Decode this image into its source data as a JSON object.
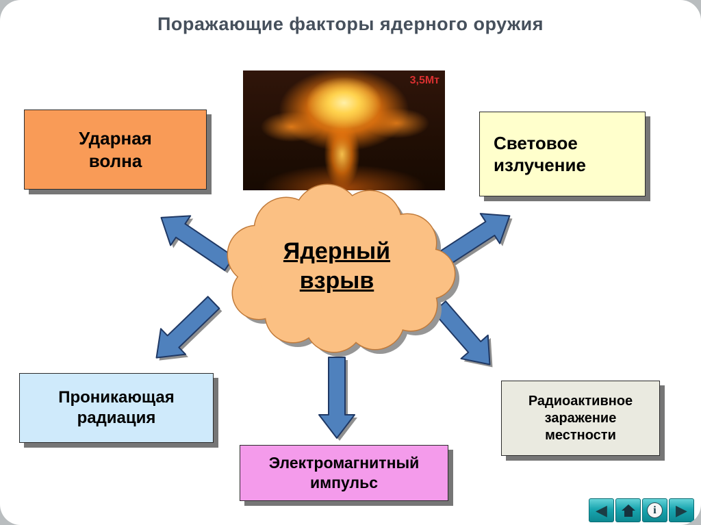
{
  "title": "Поражающие факторы ядерного оружия",
  "explosion_image": {
    "yield_label": "3,5Мт"
  },
  "cloud": {
    "line1": "Ядерный",
    "line2": "взрыв"
  },
  "boxes": {
    "shock_wave": {
      "label": "Ударная волна"
    },
    "light_radiation": {
      "label": "Световое излучение"
    },
    "penetrating_radiation": {
      "label": "Проникающая радиация"
    },
    "emp": {
      "label": "Электромагнитный импульс"
    },
    "radioactive_contamination": {
      "label": "Радиоактивное заражение местности"
    }
  },
  "nav": {
    "back_label": "◀",
    "forward_label": "▶",
    "info_label": "i"
  },
  "colors": {
    "title_text": "#46505C",
    "shock_wave_bg": "#F99B57",
    "light_radiation_bg": "#FFFFCC",
    "penetrating_radiation_bg": "#CFEAFB",
    "emp_bg": "#F49BEB",
    "radioactive_bg": "#EAEAE0",
    "cloud_fill": "#FBC083",
    "cloud_outline": "#C07A3A",
    "arrow_fill": "#4F81BD",
    "arrow_outline": "#1F3864",
    "shadow_gray": "#767676",
    "nav_button_bg": "#17A0AA",
    "yield_text": "#D93030"
  }
}
